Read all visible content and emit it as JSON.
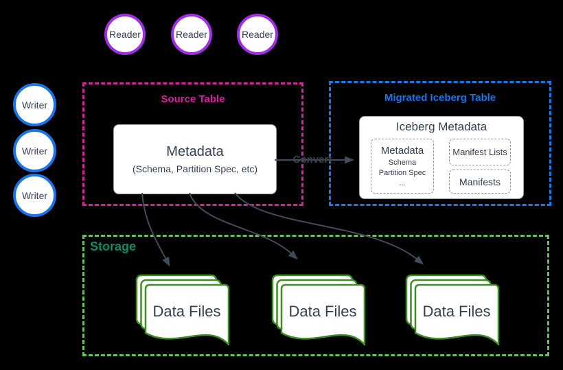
{
  "diagram": {
    "readers": [
      "Reader",
      "Reader",
      "Reader"
    ],
    "writers": [
      "Writer",
      "Writer",
      "Writer"
    ],
    "source_table": {
      "title": "Source Table",
      "metadata": {
        "title": "Metadata",
        "subtitle": "(Schema, Partition Spec, etc)"
      }
    },
    "convert": {
      "label": "Convert"
    },
    "iceberg_table": {
      "title": "Migrated Iceberg Table",
      "panel": {
        "title": "Iceberg Metadata",
        "metadata_group": {
          "title": "Metadata",
          "items": [
            "Schema",
            "Partition Spec",
            "..."
          ]
        },
        "manifest_lists": "Manifest Lists",
        "manifests": "Manifests"
      }
    },
    "storage": {
      "title": "Storage",
      "data_files": [
        "Data Files",
        "Data Files",
        "Data Files"
      ]
    },
    "colors": {
      "background": "#000000",
      "reader_border": "#a32ce8",
      "writer_border": "#1a73e8",
      "source_accent": "#d6219c",
      "iceberg_accent": "#1f78e8",
      "storage_border": "#66c15c",
      "storage_title": "#0f8a6a",
      "document_border": "#3e8e23",
      "arrow": "#414c5b",
      "text_dark": "#333e4f"
    }
  }
}
